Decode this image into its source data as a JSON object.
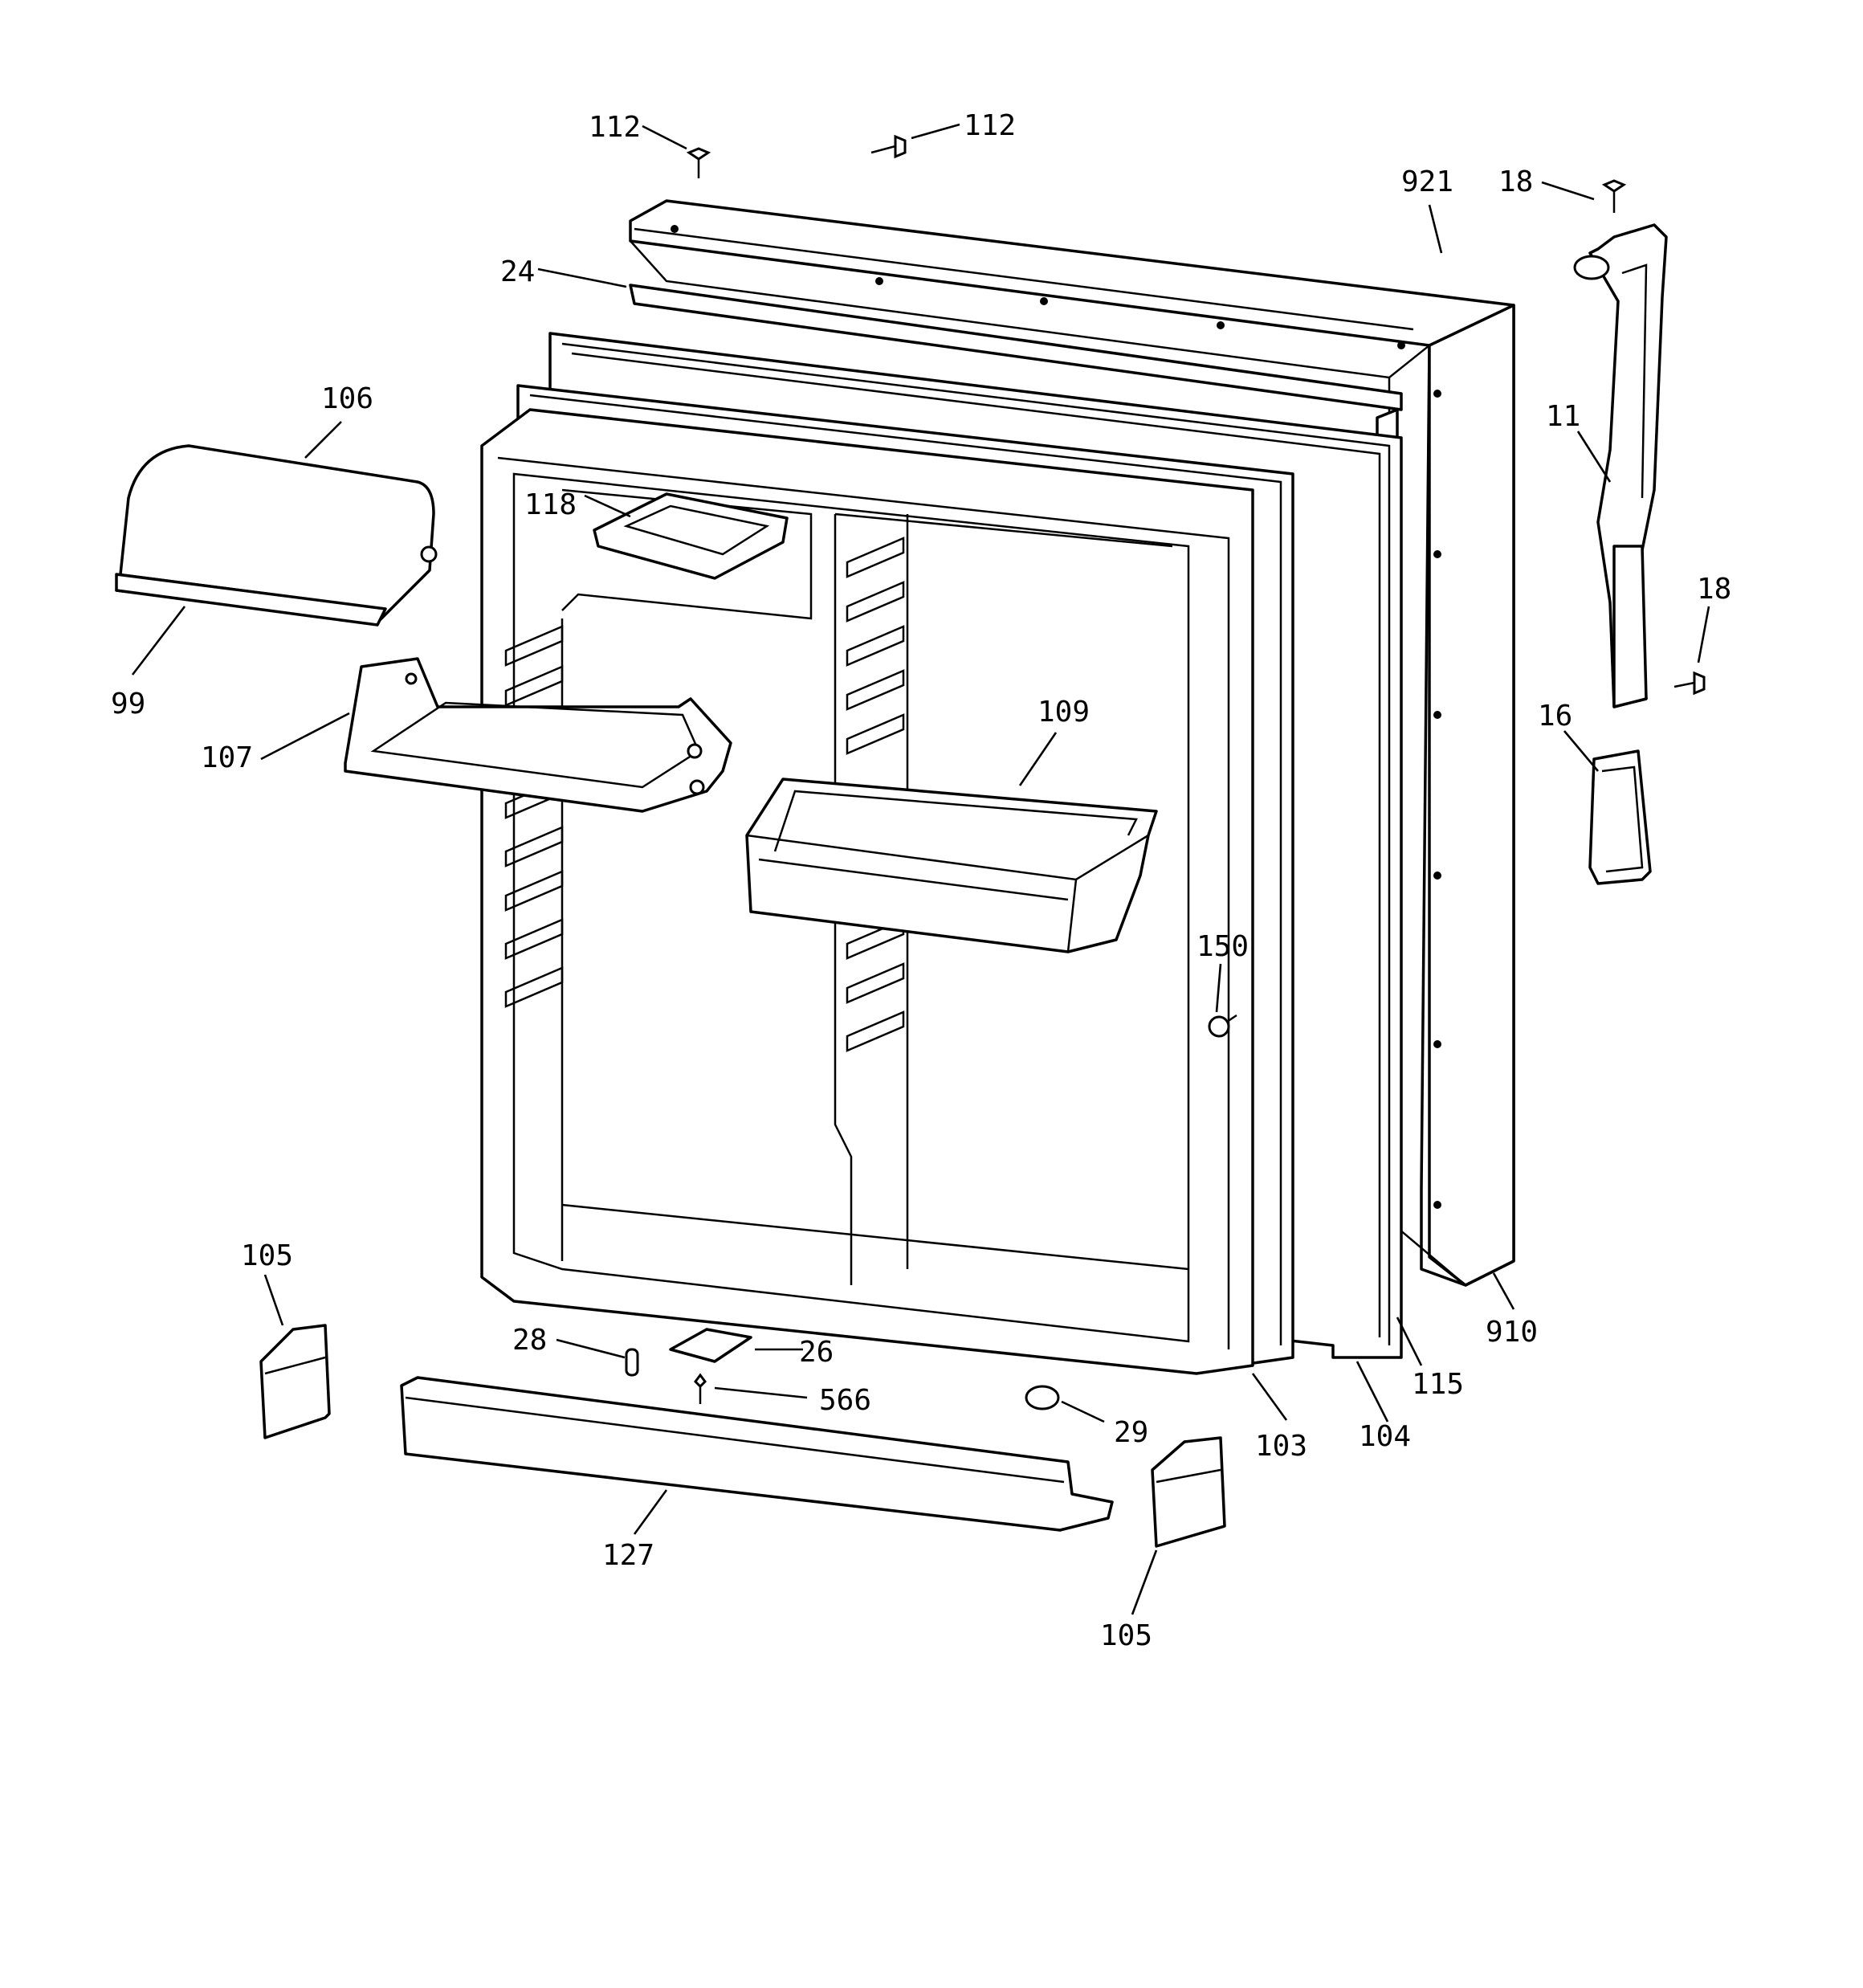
{
  "diagram": {
    "part_numbers": {
      "p112a": "112",
      "p112b": "112",
      "p921": "921",
      "p18a": "18",
      "p24": "24",
      "p106": "106",
      "p11": "11",
      "p118": "118",
      "p99": "99",
      "p18b": "18",
      "p109": "109",
      "p107": "107",
      "p16": "16",
      "p150": "150",
      "p105a": "105",
      "p28": "28",
      "p26": "26",
      "p566": "566",
      "p910": "910",
      "p115": "115",
      "p29": "29",
      "p103": "103",
      "p104": "104",
      "p127": "127",
      "p105b": "105"
    }
  }
}
